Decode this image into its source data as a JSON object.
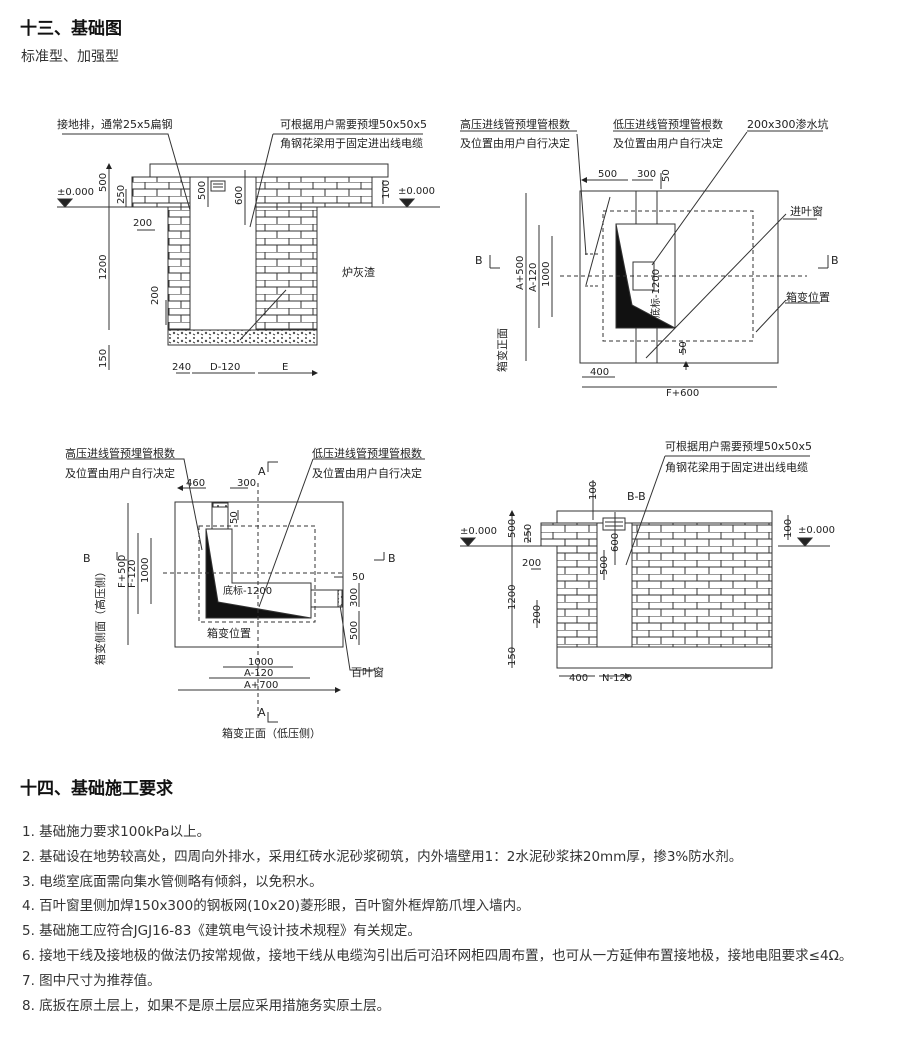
{
  "section13": {
    "title": "十三、基础图",
    "subtitle": "标准型、加强型"
  },
  "drawing1": {
    "label_ground_bar": "接地排，通常25x5扁钢",
    "label_angle_1": "可根据用户需要预埋50x50x5",
    "label_angle_2": "角钢花梁用于固定进出线电缆",
    "label_ash": "炉灰渣",
    "level_left": "±0.000",
    "level_right": "±0.000",
    "dims": {
      "d500": "500",
      "d250": "250",
      "d200a": "200",
      "d1200": "1200",
      "d200b": "200",
      "d150": "150",
      "d500i": "500",
      "d600": "600",
      "d100": "100",
      "d240": "240",
      "dD": "D-120",
      "dE": "E"
    }
  },
  "drawing2": {
    "label_hv_1": "高压进线管预埋管根数",
    "label_hv_2": "及位置由用户自行决定",
    "label_lv_1": "低压进线管预埋管根数",
    "label_lv_2": "及位置由用户自行决定",
    "label_pit": "200x300渗水坑",
    "label_window": "进叶窗",
    "label_position": "箱变位置",
    "label_front": "箱变正面",
    "label_bottom": "底标-1200",
    "section_left": "B",
    "section_right": "B",
    "dims": {
      "d500": "500",
      "d300": "300",
      "d50a": "50",
      "dA500": "A+500",
      "dA120": "A-120",
      "d1000": "1000",
      "d50b": "50",
      "d400": "400",
      "dF600": "F+600"
    }
  },
  "drawing3": {
    "label_hv_1": "高压进线管预埋管根数",
    "label_hv_2": "及位置由用户自行决定",
    "label_lv_1": "低压进线管预埋管根数",
    "label_lv_2": "及位置由用户自行决定",
    "label_bottom": "底标-1200",
    "label_position": "箱变位置",
    "label_louver": "百叶窗",
    "label_side": "箱变侧面（高压侧）",
    "label_front": "箱变正面（低压侧）",
    "section_a_top": "A",
    "section_a_bottom": "A",
    "section_b_left": "B",
    "section_b_right": "B",
    "dims": {
      "d460": "460",
      "d300": "300",
      "d50": "50",
      "dF500": "F+500",
      "dF120": "F-120",
      "d1000v": "1000",
      "d50r": "50",
      "d300r": "300",
      "d500r": "500",
      "d1000h": "1000",
      "dA120": "A-120",
      "dA700": "A+700"
    }
  },
  "drawing4": {
    "title": "B-B",
    "label_angle_1": "可根据用户需要预埋50x50x5",
    "label_angle_2": "角钢花梁用于固定进出线电缆",
    "level_left": "±0.000",
    "level_right": "±0.000",
    "dims": {
      "d500": "500",
      "d250": "250",
      "d200a": "200",
      "d1200": "1200",
      "d200b": "200",
      "d150": "150",
      "d100t": "100",
      "d600": "600",
      "d500i": "500",
      "d100r": "100",
      "d400": "400",
      "dN": "N-120"
    }
  },
  "section14": {
    "title": "十四、基础施工要求",
    "items": [
      "1. 基础施力要求100kPa以上。",
      "2. 基础设在地势较高处，四周向外排水，采用红砖水泥砂浆砌筑，内外墙壁用1：2水泥砂浆抹20mm厚，掺3%防水剂。",
      "3. 电缆室底面需向集水管侧略有倾斜，以免积水。",
      "4. 百叶窗里侧加焊150x300的钢板网(10x20)菱形眼，百叶窗外框焊筋爪埋入墙内。",
      "5. 基础施工应符合JGJ16-83《建筑电气设计技术规程》有关规定。",
      "6. 接地干线及接地极的做法仍按常规做，接地干线从电缆沟引出后可沿环网柜四周布置，也可从一方延伸布置接地极，接地电阻要求≤4Ω。",
      "7. 图中尺寸为推荐值。",
      "8. 底扳在原土层上，如果不是原土层应采用措施务实原土层。"
    ]
  }
}
